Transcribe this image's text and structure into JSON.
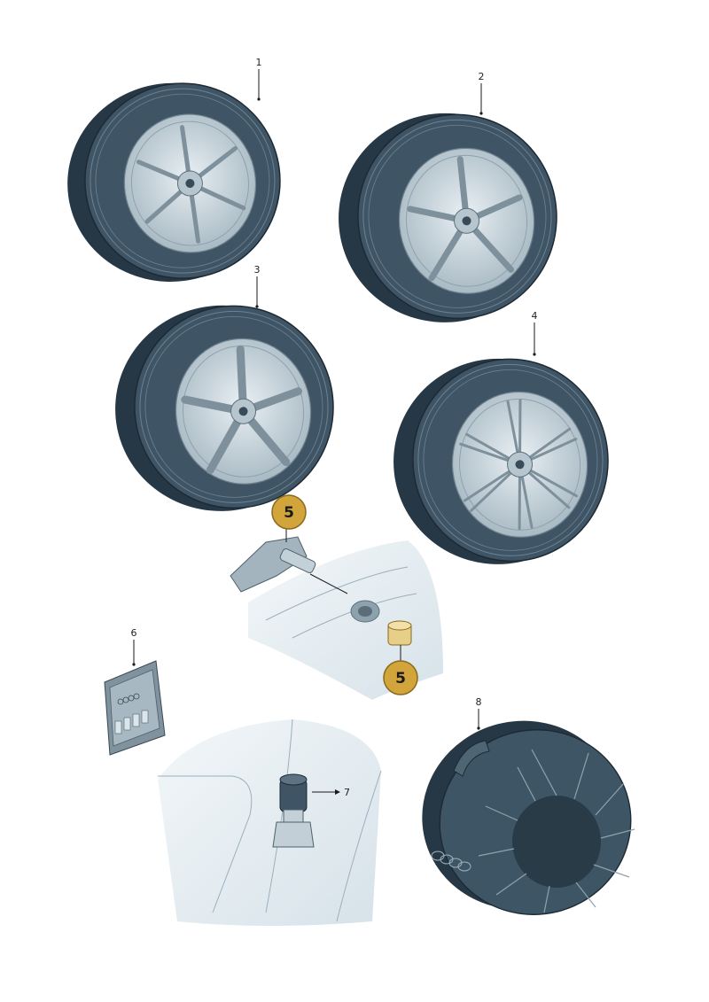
{
  "colors": {
    "tire": "#3f5566",
    "tire_dark": "#263745",
    "tire_tread_line": "#6b8291",
    "rim": "#c9d5dc",
    "rim_dark": "#8ea2ae",
    "badge_fill": "#d2a53c",
    "badge_stroke": "#8a6a1c",
    "leader": "#1a1a1a",
    "panel": "#e4edf2",
    "bag": "#3e5565"
  },
  "callouts": [
    {
      "id": "1",
      "label": "1"
    },
    {
      "id": "2",
      "label": "2"
    },
    {
      "id": "3",
      "label": "3"
    },
    {
      "id": "4",
      "label": "4"
    },
    {
      "id": "6",
      "label": "6"
    },
    {
      "id": "7",
      "label": "7"
    },
    {
      "id": "8",
      "label": "8"
    }
  ],
  "badges": [
    {
      "id": "5a",
      "label": "5"
    },
    {
      "id": "5b",
      "label": "5"
    }
  ]
}
